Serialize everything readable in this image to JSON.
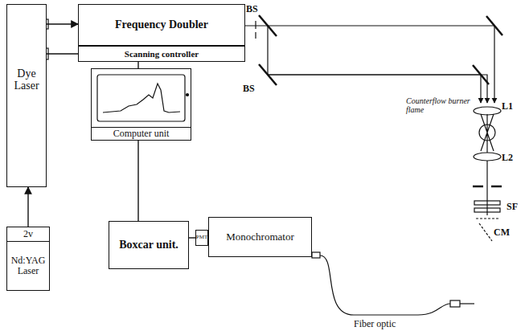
{
  "diagram": {
    "nodes": [
      {
        "text": [
          "Dye Laser"
        ]
      },
      {
        "text": [
          "Frequency Doubler"
        ]
      },
      {
        "text": [
          "Scanning controller"
        ]
      },
      {
        "text": [
          "Computer unit"
        ]
      },
      {
        "text": [
          "2v",
          "Nd:YAG Laser"
        ]
      },
      {
        "text": [
          "Boxcar unit."
        ]
      },
      {
        "text": [
          "PMT"
        ]
      },
      {
        "text": [
          "Monochromator"
        ]
      }
    ],
    "edges": [
      {
        "from": 0,
        "to": 1,
        "arrow": "to"
      },
      {
        "from": 4,
        "to": 0,
        "arrow": "to"
      },
      {
        "from": 0,
        "to": 2,
        "arrow": "none"
      },
      {
        "from": 2,
        "to": 3,
        "arrow": "none"
      },
      {
        "from": 3,
        "to": 5,
        "arrow": "none"
      },
      {
        "from": 5,
        "to": 6,
        "arrow": "none"
      }
    ],
    "labels": [
      "BS",
      "BS",
      "L1",
      "Counterflow burner flame",
      "L2",
      "SF",
      "CM",
      "Fiber optic"
    ]
  }
}
